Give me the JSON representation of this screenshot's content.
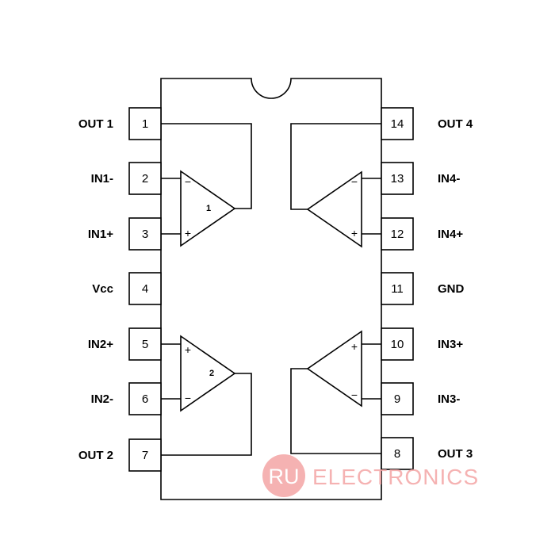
{
  "pins": [
    {
      "num": "1",
      "label": "OUT 1"
    },
    {
      "num": "2",
      "label": "IN1-"
    },
    {
      "num": "3",
      "label": "IN1+"
    },
    {
      "num": "4",
      "label": "Vcc"
    },
    {
      "num": "5",
      "label": "IN2+"
    },
    {
      "num": "6",
      "label": "IN2-"
    },
    {
      "num": "7",
      "label": "OUT 2"
    },
    {
      "num": "8",
      "label": "OUT 3"
    },
    {
      "num": "9",
      "label": "IN3-"
    },
    {
      "num": "10",
      "label": "IN3+"
    },
    {
      "num": "11",
      "label": "GND"
    },
    {
      "num": "12",
      "label": "IN4+"
    },
    {
      "num": "13",
      "label": "IN4-"
    },
    {
      "num": "14",
      "label": "OUT 4"
    }
  ],
  "amplifiers": [
    {
      "num": "1",
      "plus": "+",
      "minus": "−"
    },
    {
      "num": "2",
      "plus": "+",
      "minus": "−"
    },
    {
      "num": "",
      "plus": "+",
      "minus": "−"
    },
    {
      "num": "",
      "plus": "+",
      "minus": "−"
    }
  ],
  "watermark": {
    "badge": "RU",
    "text": "ELECTRONICS",
    "color": "#f4a5a5"
  }
}
